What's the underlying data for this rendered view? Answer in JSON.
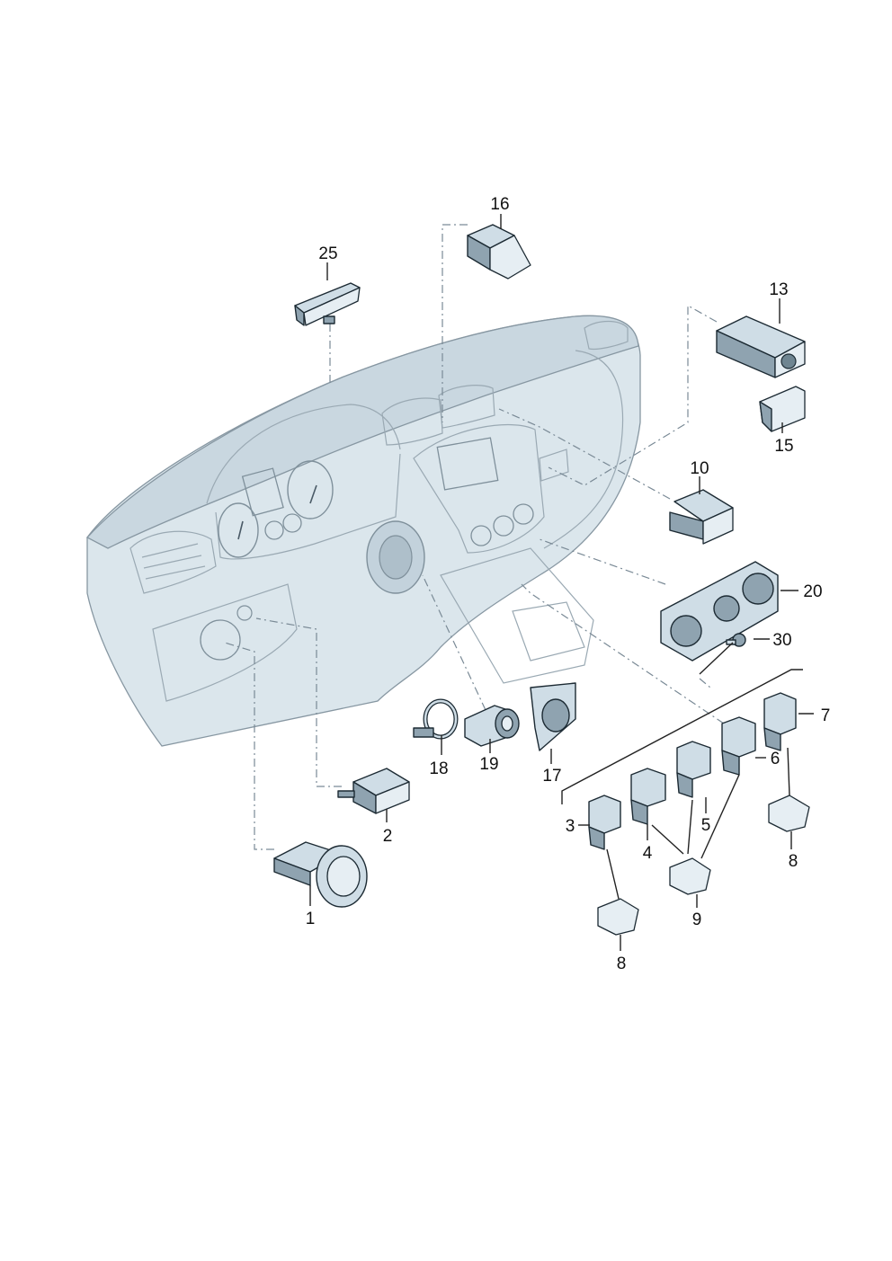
{
  "diagram": {
    "callouts": [
      {
        "id": "c1",
        "label": "1"
      },
      {
        "id": "c2",
        "label": "2"
      },
      {
        "id": "c3",
        "label": "3"
      },
      {
        "id": "c4",
        "label": "4"
      },
      {
        "id": "c5",
        "label": "5"
      },
      {
        "id": "c6",
        "label": "6"
      },
      {
        "id": "c7",
        "label": "7"
      },
      {
        "id": "c8a",
        "label": "8"
      },
      {
        "id": "c8b",
        "label": "8"
      },
      {
        "id": "c9",
        "label": "9"
      },
      {
        "id": "c10",
        "label": "10"
      },
      {
        "id": "c13",
        "label": "13"
      },
      {
        "id": "c15",
        "label": "15"
      },
      {
        "id": "c16",
        "label": "16"
      },
      {
        "id": "c17",
        "label": "17"
      },
      {
        "id": "c18",
        "label": "18"
      },
      {
        "id": "c19",
        "label": "19"
      },
      {
        "id": "c20",
        "label": "20"
      },
      {
        "id": "c25",
        "label": "25"
      },
      {
        "id": "c30",
        "label": "30"
      }
    ],
    "colors": {
      "part_fill": "#cfdde6",
      "part_shadow": "#8fa3b0",
      "outline": "#1c2a33",
      "dashboard": "#dbe6ec",
      "leader_dashed": "#7a8a96"
    }
  }
}
